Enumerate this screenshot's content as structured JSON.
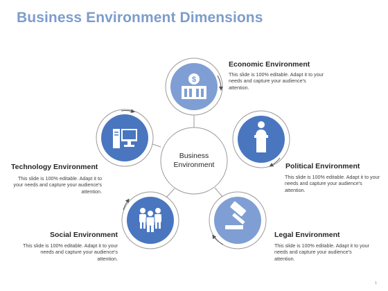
{
  "title": "Business Environment Dimensions",
  "center_label": "Business Environment",
  "colors": {
    "title": "#7d9ccd",
    "dark_blue": "#4a76c0",
    "light_blue": "#7f9fd4",
    "ring": "#9a9a9a",
    "text": "#262626"
  },
  "dimensions": [
    {
      "id": "economic",
      "title": "Economic Environment",
      "desc": "This slide is 100% editable. Adapt it to your needs and capture your audience's attention.",
      "icon": "money-building-icon",
      "tone": "light"
    },
    {
      "id": "political",
      "title": "Political Environment",
      "desc": "This slide is 100% editable. Adapt it to your needs and capture your audience's attention.",
      "icon": "podium-speaker-icon",
      "tone": "dark"
    },
    {
      "id": "legal",
      "title": "Legal Environment",
      "desc": "This slide is 100% editable. Adapt it to your needs and capture your audience's attention.",
      "icon": "gavel-icon",
      "tone": "light"
    },
    {
      "id": "social",
      "title": "Social Environment",
      "desc": "This slide is 100% editable. Adapt it to your needs and capture your audience's attention.",
      "icon": "people-group-icon",
      "tone": "dark"
    },
    {
      "id": "technology",
      "title": "Technology Environment",
      "desc": "This slide is 100% editable. Adapt it to your needs and capture your audience's attention.",
      "icon": "computer-icon",
      "tone": "dark"
    }
  ],
  "page_number": "1"
}
